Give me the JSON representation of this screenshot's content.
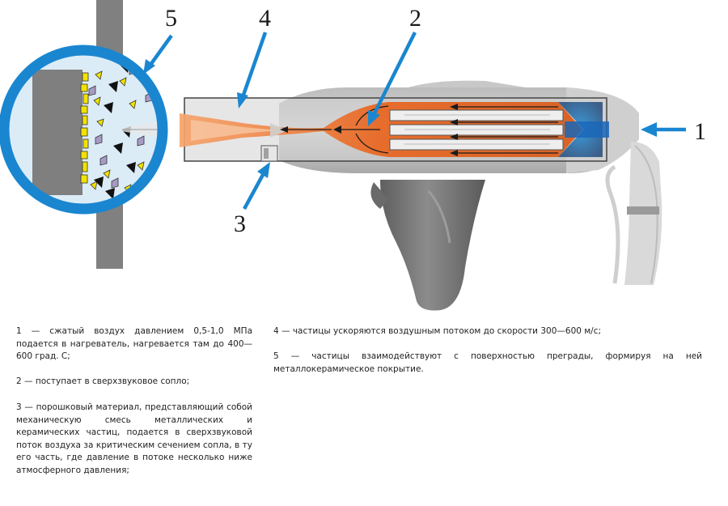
{
  "callouts": {
    "c1": "1",
    "c2": "2",
    "c3": "3",
    "c4": "4",
    "c5": "5"
  },
  "descriptions": {
    "d1": "1 — сжатый воздух давлением 0,5-1,0 МПа подается в нагреватель, нагревается там до 400—600 град. С;",
    "d2": "2 — поступает в сверхзвуковое сопло;",
    "d3": "3 — порошковый материал, представляющий собой механическую смесь металлических и керамических частиц, подается в сверхзвуковой поток воздуха за критическим сечением сопла, в ту его часть, где давление в потоке несколько ниже атмосферного давления;",
    "d4": "4 — частицы ускоряются воздушным потоком до скорости 300—600 м/с;",
    "d5": "5 — частицы взаимодействуют с поверхностью преграды, формируя на ней металлокерамическое покрытие."
  },
  "colors": {
    "arrow_blue": "#1a86d0",
    "flow_orange": "#e8641e",
    "particle_yellow": "#f2e200",
    "particle_violet": "#a79bc4",
    "gun_grey": "#8a8a8a"
  }
}
